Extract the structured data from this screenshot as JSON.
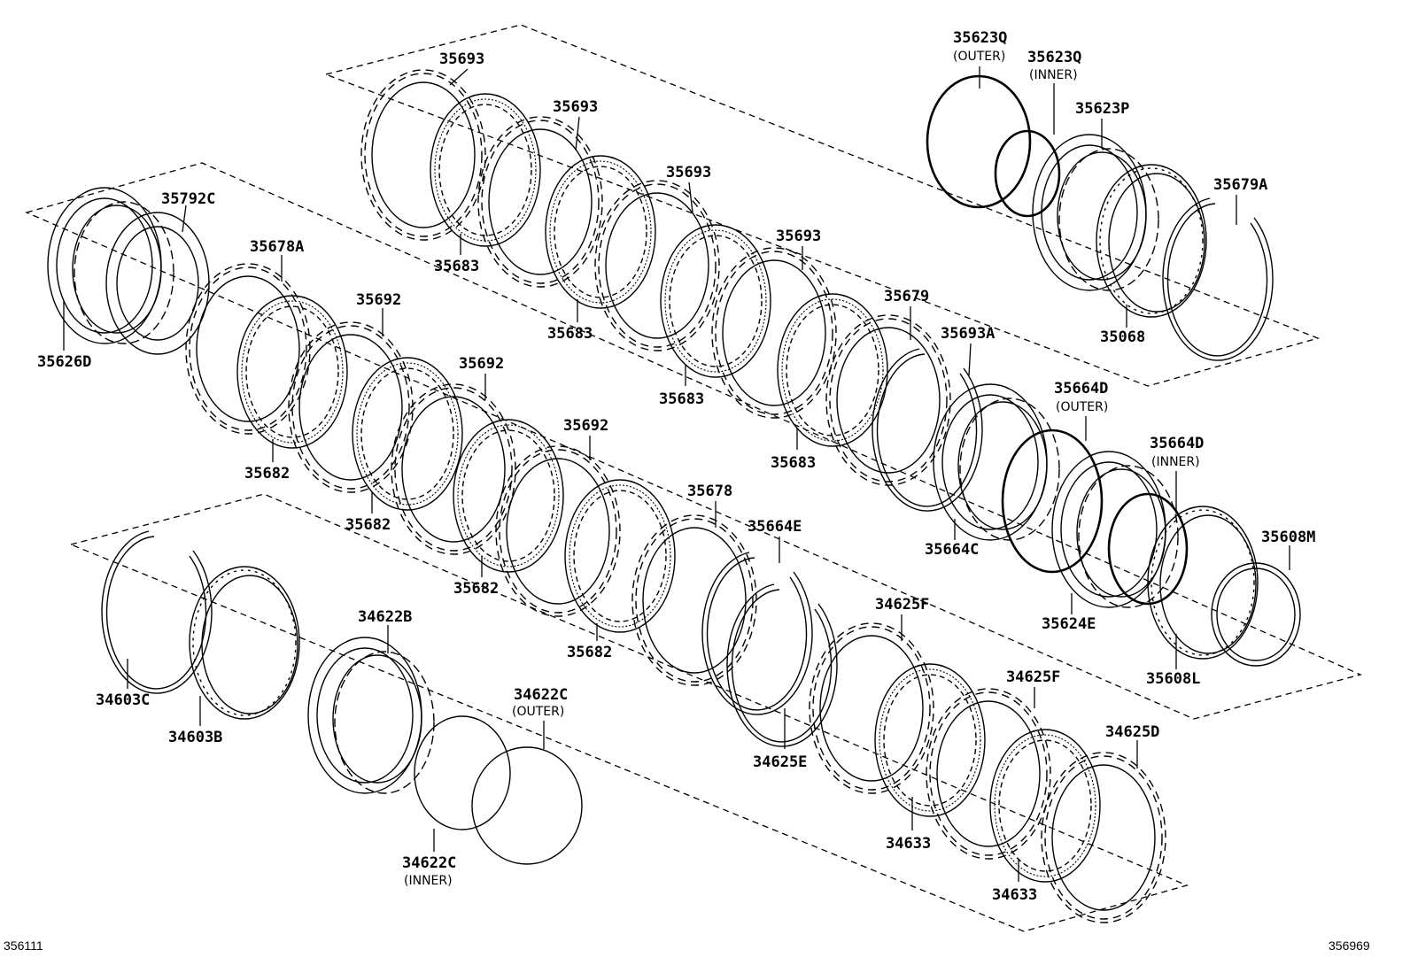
{
  "corner_labels": {
    "left": "356111",
    "right": "356969"
  },
  "parts": {
    "p35693_a": {
      "label": "35693"
    },
    "p35693_b": {
      "label": "35693"
    },
    "p35693_c": {
      "label": "35693"
    },
    "p35693_d": {
      "label": "35693"
    },
    "p35683_a": {
      "label": "35683"
    },
    "p35683_b": {
      "label": "35683"
    },
    "p35683_c": {
      "label": "35683"
    },
    "p35683_d": {
      "label": "35683"
    },
    "p35679": {
      "label": "35679"
    },
    "p35693a": {
      "label": "35693A"
    },
    "p35623q_outer": {
      "label": "35623Q",
      "note": "(OUTER)"
    },
    "p35623q_inner": {
      "label": "35623Q",
      "note": "(INNER)"
    },
    "p35623p": {
      "label": "35623P"
    },
    "p35679a": {
      "label": "35679A"
    },
    "p35068": {
      "label": "35068"
    },
    "p35792c": {
      "label": "35792C"
    },
    "p35626d": {
      "label": "35626D"
    },
    "p35678a": {
      "label": "35678A"
    },
    "p35692_a": {
      "label": "35692"
    },
    "p35692_b": {
      "label": "35692"
    },
    "p35692_c": {
      "label": "35692"
    },
    "p35682_a": {
      "label": "35682"
    },
    "p35682_b": {
      "label": "35682"
    },
    "p35682_c": {
      "label": "35682"
    },
    "p35682_d": {
      "label": "35682"
    },
    "p35678": {
      "label": "35678"
    },
    "p35664e": {
      "label": "35664E"
    },
    "p35664d_outer": {
      "label": "35664D",
      "note": "(OUTER)"
    },
    "p35664d_inner": {
      "label": "35664D",
      "note": "(INNER)"
    },
    "p35664c": {
      "label": "35664C"
    },
    "p35624e": {
      "label": "35624E"
    },
    "p35608m": {
      "label": "35608M"
    },
    "p35608l": {
      "label": "35608L"
    },
    "p34603c": {
      "label": "34603C"
    },
    "p34603b": {
      "label": "34603B"
    },
    "p34622b": {
      "label": "34622B"
    },
    "p34622c_outer": {
      "label": "34622C",
      "note": "(OUTER)"
    },
    "p34622c_inner": {
      "label": "34622C",
      "note": "(INNER)"
    },
    "p34625e": {
      "label": "34625E"
    },
    "p34625f_a": {
      "label": "34625F"
    },
    "p34625f_b": {
      "label": "34625F"
    },
    "p34625d": {
      "label": "34625D"
    },
    "p34633_a": {
      "label": "34633"
    },
    "p34633_b": {
      "label": "34633"
    }
  }
}
